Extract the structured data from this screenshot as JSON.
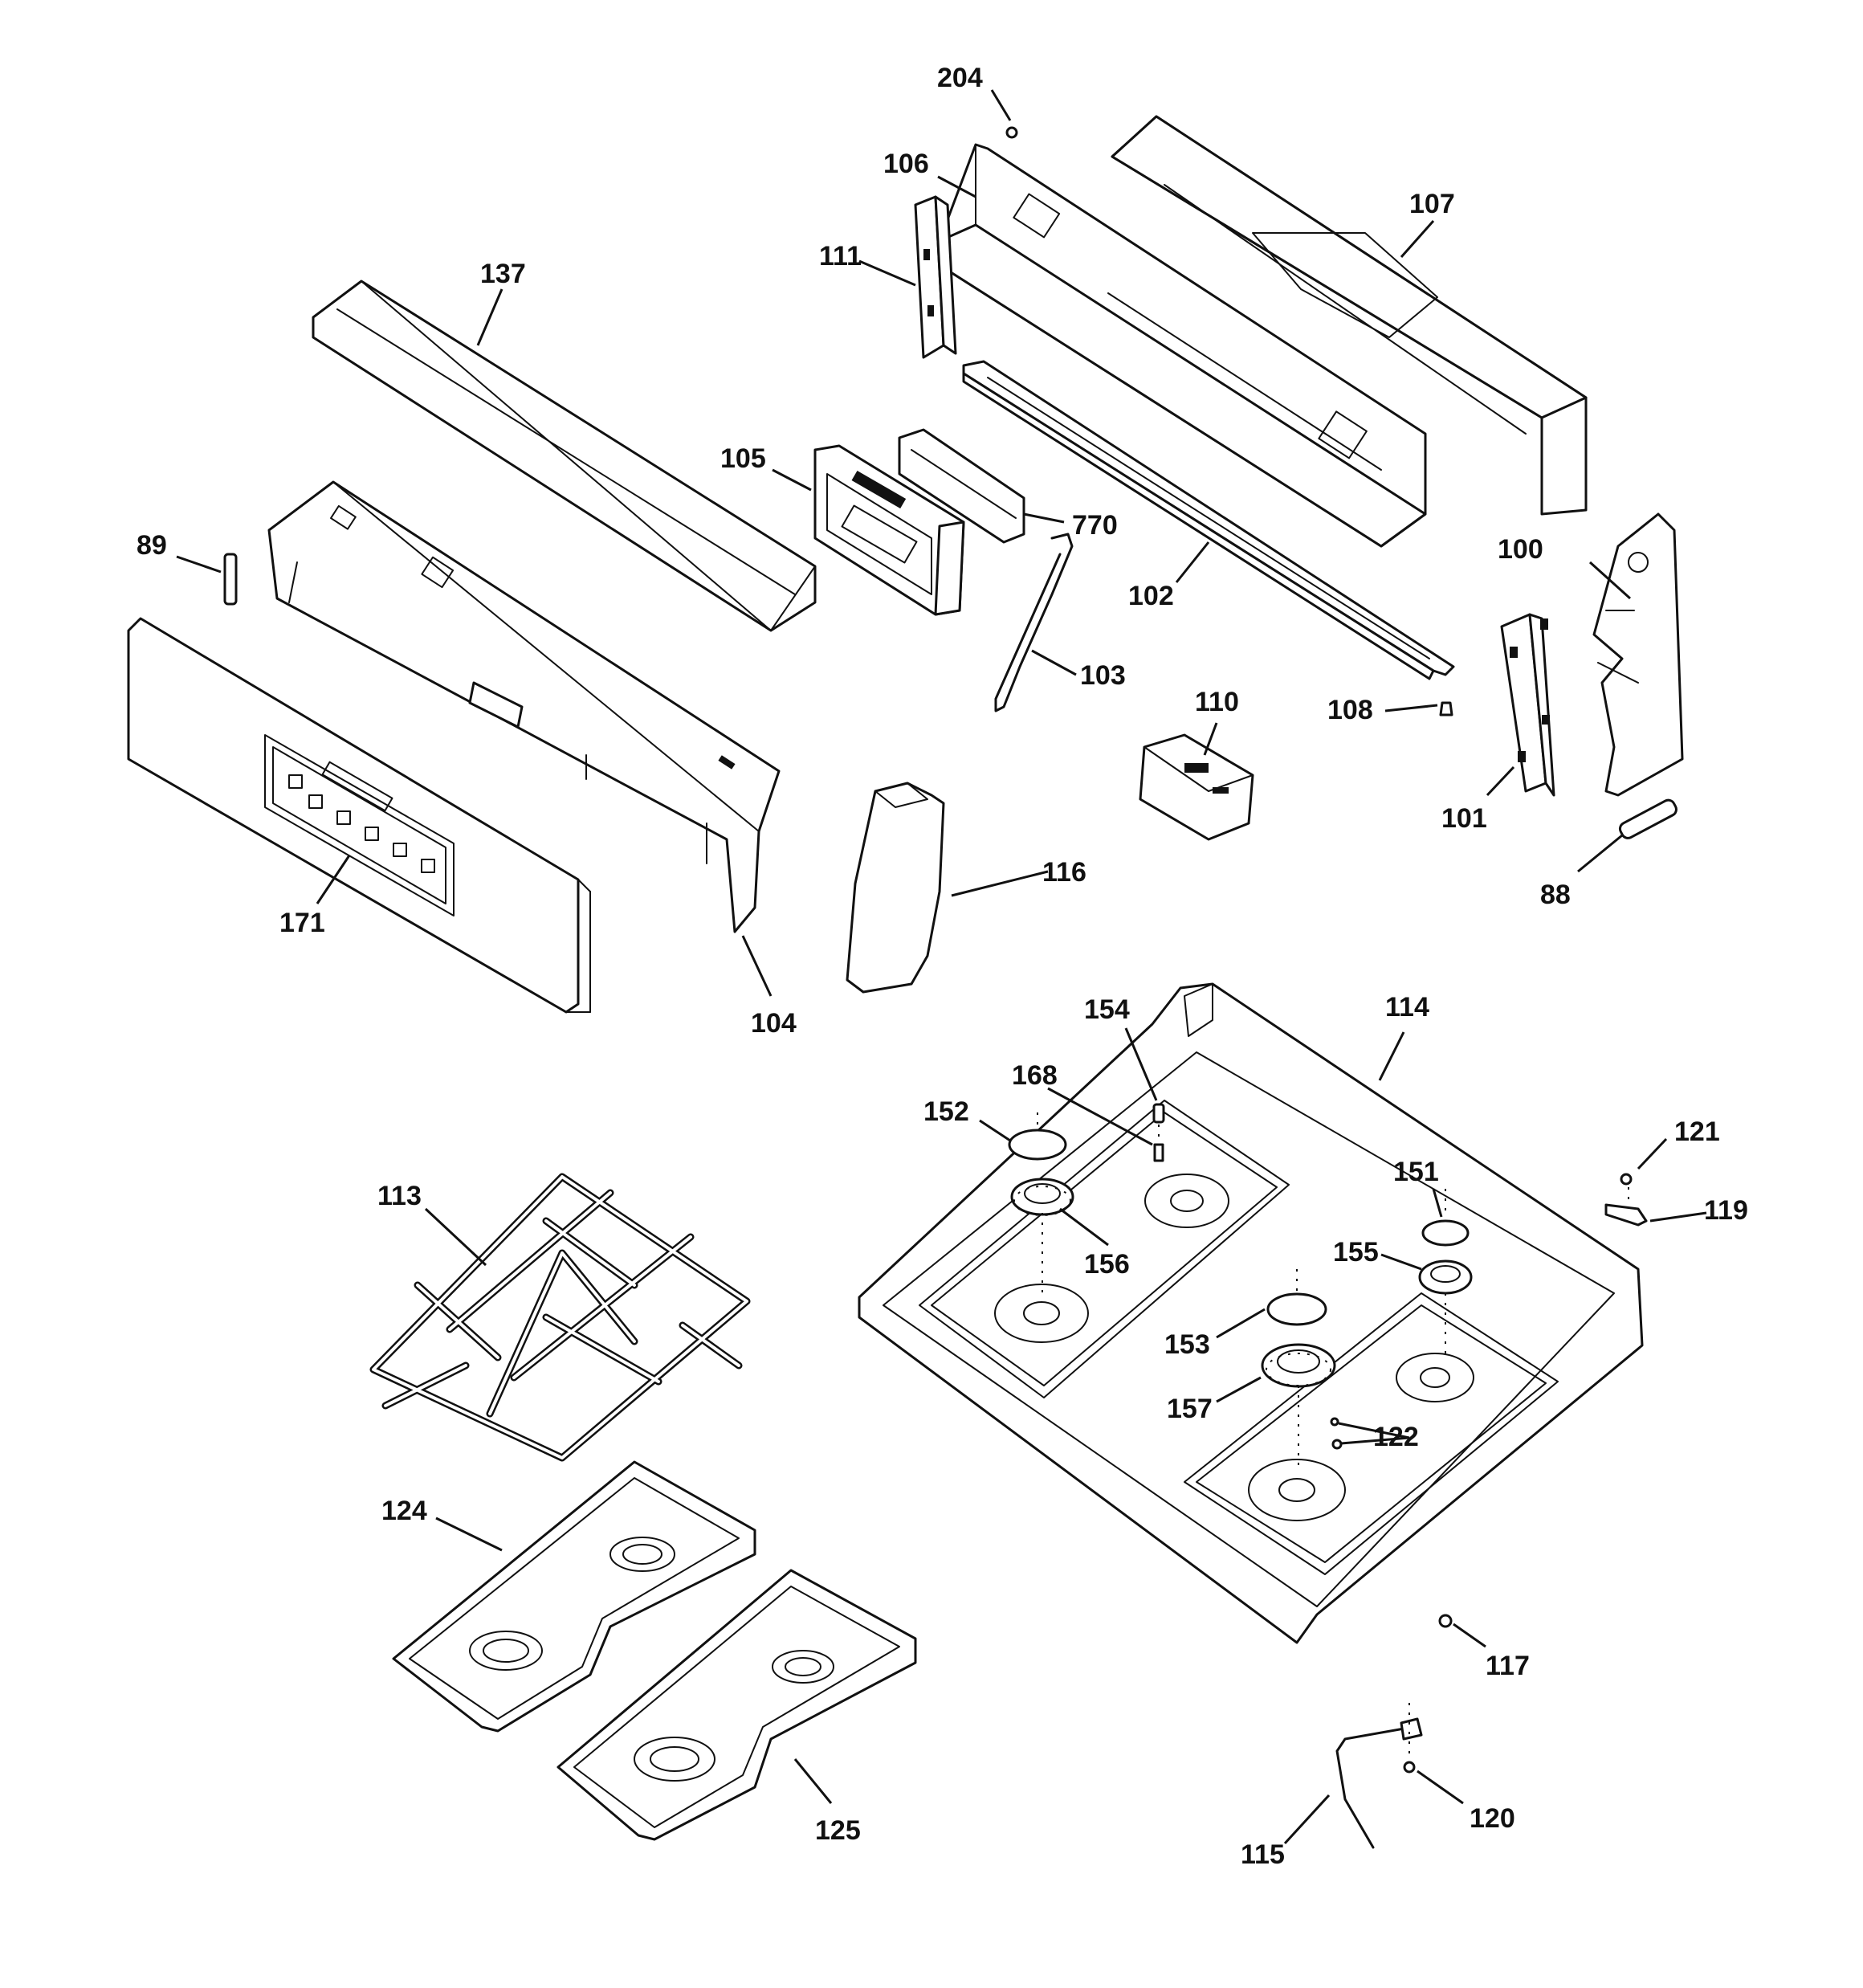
{
  "callouts": [
    {
      "id": "204",
      "label": "204"
    },
    {
      "id": "106",
      "label": "106"
    },
    {
      "id": "107",
      "label": "107"
    },
    {
      "id": "111",
      "label": "111"
    },
    {
      "id": "137",
      "label": "137"
    },
    {
      "id": "105",
      "label": "105"
    },
    {
      "id": "770",
      "label": "770"
    },
    {
      "id": "89",
      "label": "89"
    },
    {
      "id": "102",
      "label": "102"
    },
    {
      "id": "100",
      "label": "100"
    },
    {
      "id": "103",
      "label": "103"
    },
    {
      "id": "110",
      "label": "110"
    },
    {
      "id": "108",
      "label": "108"
    },
    {
      "id": "101",
      "label": "101"
    },
    {
      "id": "88",
      "label": "88"
    },
    {
      "id": "116",
      "label": "116"
    },
    {
      "id": "171",
      "label": "171"
    },
    {
      "id": "104",
      "label": "104"
    },
    {
      "id": "154",
      "label": "154"
    },
    {
      "id": "114",
      "label": "114"
    },
    {
      "id": "168",
      "label": "168"
    },
    {
      "id": "152",
      "label": "152"
    },
    {
      "id": "121",
      "label": "121"
    },
    {
      "id": "113",
      "label": "113"
    },
    {
      "id": "151",
      "label": "151"
    },
    {
      "id": "119",
      "label": "119"
    },
    {
      "id": "156",
      "label": "156"
    },
    {
      "id": "155",
      "label": "155"
    },
    {
      "id": "153",
      "label": "153"
    },
    {
      "id": "157",
      "label": "157"
    },
    {
      "id": "122",
      "label": "122"
    },
    {
      "id": "124",
      "label": "124"
    },
    {
      "id": "117",
      "label": "117"
    },
    {
      "id": "120",
      "label": "120"
    },
    {
      "id": "125",
      "label": "125"
    },
    {
      "id": "115",
      "label": "115"
    }
  ]
}
